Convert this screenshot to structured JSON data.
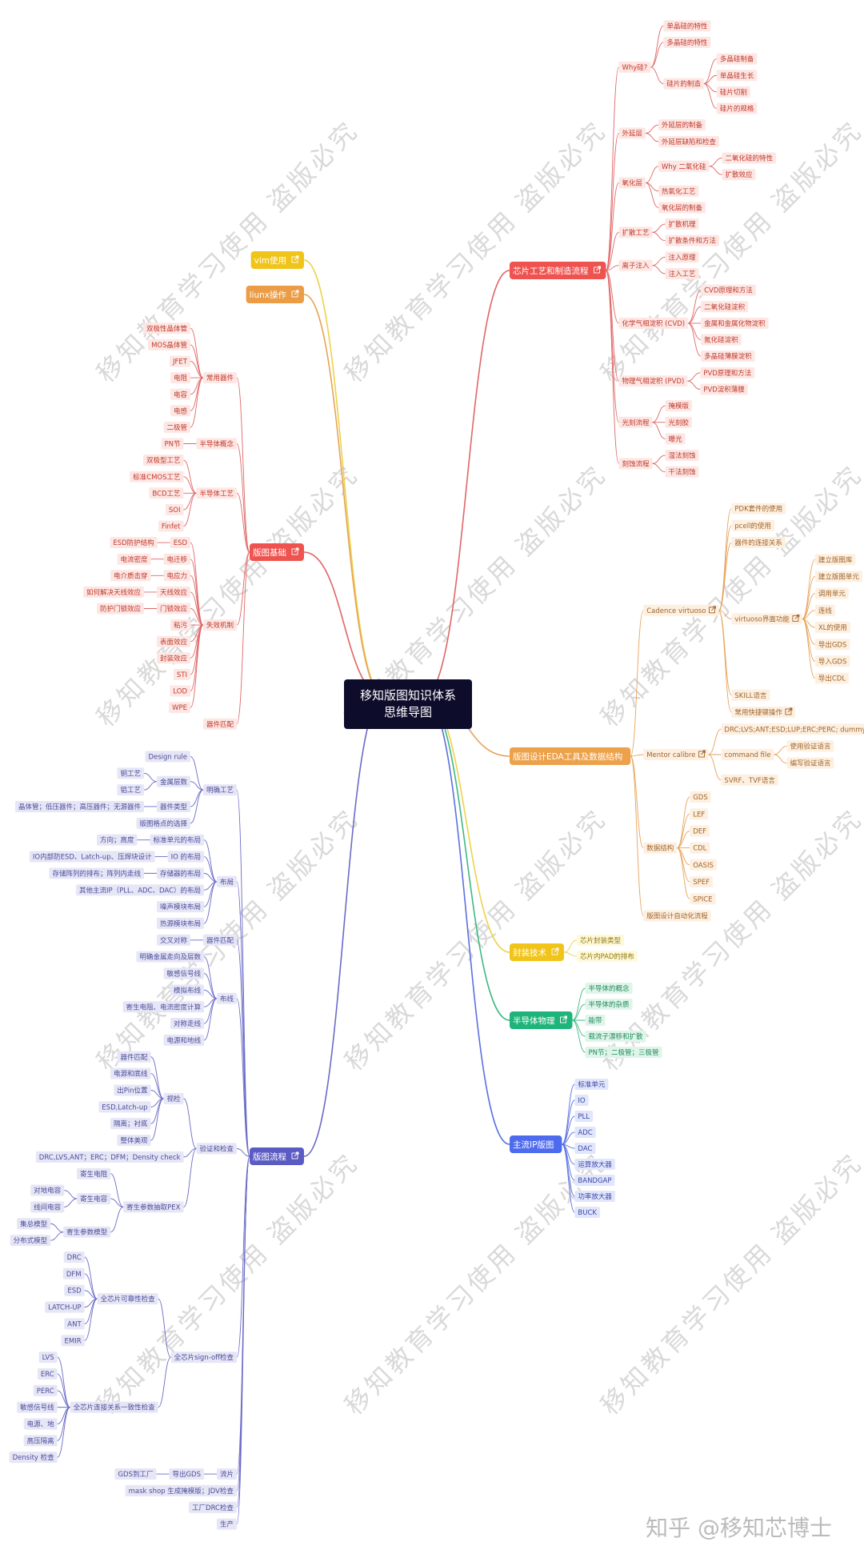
{
  "watermark": "移知教育学习使用 盗版必究",
  "credit": "知乎 @移知芯博士",
  "root": {
    "label": "移知版图知识体系思维导图"
  },
  "palette": {
    "red": {
      "line": "#e06666",
      "fill": "#fde7e4",
      "text": "#c0392b",
      "branch": "#ef5350"
    },
    "orange": {
      "line": "#e7a35a",
      "fill": "#fdf0e1",
      "text": "#a0642a",
      "branch": "#eca14a"
    },
    "yellow": {
      "line": "#ecd24a",
      "fill": "#fff9d9",
      "text": "#8d7a12",
      "branch": "#f0c419"
    },
    "green": {
      "line": "#3db884",
      "fill": "#dff5ea",
      "text": "#1f8a5c",
      "branch": "#1fb47a"
    },
    "blue": {
      "line": "#5b6fe0",
      "fill": "#e2e6fb",
      "text": "#3947a8",
      "branch": "#4f6bed"
    },
    "navy": {
      "line": "#6a6bc7",
      "fill": "#e6e6f6",
      "text": "#4b4c99",
      "branch": "#5b5bc4"
    },
    "vim": {
      "line": "#ecd24a",
      "branch": "#f0c419"
    },
    "linux": {
      "line": "#e6a557",
      "branch": "#eb9c45"
    }
  },
  "right": [
    {
      "label": "芯片工艺和制造流程",
      "link": true,
      "color": "red",
      "children": [
        {
          "label": "Why硅?",
          "children": [
            {
              "label": "单晶硅的特性"
            },
            {
              "label": "多晶硅的特性"
            },
            {
              "label": "硅片的制造",
              "children": [
                {
                  "label": "多晶硅制备"
                },
                {
                  "label": "单晶硅生长"
                },
                {
                  "label": "硅片切割"
                },
                {
                  "label": "硅片的规格"
                }
              ]
            }
          ]
        },
        {
          "label": "外延层",
          "children": [
            {
              "label": "外延层的制备"
            },
            {
              "label": "外延层缺陷和检查"
            }
          ]
        },
        {
          "label": "氧化层",
          "children": [
            {
              "label": "Why 二氧化硅",
              "children": [
                {
                  "label": "二氧化硅的特性"
                },
                {
                  "label": "扩散效应"
                }
              ]
            },
            {
              "label": "热氧化工艺"
            },
            {
              "label": "氧化层的制备"
            }
          ]
        },
        {
          "label": "扩散工艺",
          "children": [
            {
              "label": "扩散机理"
            },
            {
              "label": "扩散条件和方法"
            }
          ]
        },
        {
          "label": "离子注入",
          "children": [
            {
              "label": "注入原理"
            },
            {
              "label": "注入工艺"
            }
          ]
        },
        {
          "label": "化学气相淀积 (CVD)",
          "children": [
            {
              "label": "CVD原理和方法"
            },
            {
              "label": "二氧化硅淀积"
            },
            {
              "label": "金属和金属化物淀积"
            },
            {
              "label": "氮化硅淀积"
            },
            {
              "label": "多晶硅薄膜淀积"
            }
          ]
        },
        {
          "label": "物理气相淀积 (PVD)",
          "children": [
            {
              "label": "PVD原理和方法"
            },
            {
              "label": "PVD淀积薄膜"
            }
          ]
        },
        {
          "label": "光刻流程",
          "children": [
            {
              "label": "掩模版"
            },
            {
              "label": "光刻胶"
            },
            {
              "label": "曝光"
            }
          ]
        },
        {
          "label": "刻蚀流程",
          "children": [
            {
              "label": "湿法刻蚀"
            },
            {
              "label": "干法刻蚀"
            }
          ]
        }
      ]
    },
    {
      "label": "版图设计EDA工具及数据结构",
      "link": false,
      "color": "orange",
      "children": [
        {
          "label": "Cadence virtuoso",
          "link": true,
          "children": [
            {
              "label": "PDK套件的使用"
            },
            {
              "label": "pcell的使用"
            },
            {
              "label": "器件的连接关系"
            },
            {
              "label": "virtuoso界面功能",
              "link": true,
              "children": [
                {
                  "label": "建立版图库"
                },
                {
                  "label": "建立版图单元"
                },
                {
                  "label": "调用单元"
                },
                {
                  "label": "连线"
                },
                {
                  "label": "XL的使用"
                },
                {
                  "label": "导出GDS"
                },
                {
                  "label": "导入GDS"
                },
                {
                  "label": "导出CDL"
                }
              ]
            },
            {
              "label": "SKILL语言"
            },
            {
              "label": "常用快捷键操作",
              "link": true
            }
          ]
        },
        {
          "label": "Mentor calibre",
          "link": true,
          "children": [
            {
              "label": "DRC;LVS;ANT;ESD;LUP;ERC;PERC;  dummy insertion;  PEX"
            },
            {
              "label": "command file",
              "children": [
                {
                  "label": "使用验证语言"
                },
                {
                  "label": "编写验证语言"
                }
              ]
            },
            {
              "label": "SVRF、TVF语言"
            }
          ]
        },
        {
          "label": "数据结构",
          "children": [
            {
              "label": "GDS"
            },
            {
              "label": "LEF"
            },
            {
              "label": "DEF"
            },
            {
              "label": "CDL"
            },
            {
              "label": "OASIS"
            },
            {
              "label": "SPEF"
            },
            {
              "label": "SPICE"
            }
          ]
        },
        {
          "label": "版图设计自动化流程"
        }
      ]
    },
    {
      "label": "封装技术",
      "link": true,
      "color": "yellow",
      "children": [
        {
          "label": "芯片封装类型"
        },
        {
          "label": "芯片内PAD的排布"
        }
      ]
    },
    {
      "label": "半导体物理",
      "link": true,
      "color": "green",
      "children": [
        {
          "label": "半导体的概念"
        },
        {
          "label": "半导体的杂质"
        },
        {
          "label": "能带"
        },
        {
          "label": "载流子漂移和扩散"
        },
        {
          "label": "PN节；二极管；三极管"
        }
      ]
    },
    {
      "label": "主流IP版图",
      "link": false,
      "color": "blue",
      "children": [
        {
          "label": "标准单元"
        },
        {
          "label": "IO"
        },
        {
          "label": "PLL"
        },
        {
          "label": "ADC"
        },
        {
          "label": "DAC"
        },
        {
          "label": "运算放大器"
        },
        {
          "label": "BANDGAP"
        },
        {
          "label": "功率放大器"
        },
        {
          "label": "BUCK"
        }
      ]
    }
  ],
  "left": [
    {
      "label": "vim使用",
      "link": true,
      "color": "vim"
    },
    {
      "label": "liunx操作",
      "link": true,
      "color": "linux"
    },
    {
      "label": "版图基础",
      "link": true,
      "color": "red",
      "children": [
        {
          "label": "常用器件",
          "children": [
            {
              "label": "双极性晶体管"
            },
            {
              "label": "MOS晶体管"
            },
            {
              "label": "JFET"
            },
            {
              "label": "电阻"
            },
            {
              "label": "电容"
            },
            {
              "label": "电感"
            },
            {
              "label": "二极管"
            }
          ]
        },
        {
          "label": "半导体概念",
          "children": [
            {
              "label": "PN节"
            }
          ]
        },
        {
          "label": "半导体工艺",
          "children": [
            {
              "label": "双极型工艺"
            },
            {
              "label": "标准CMOS工艺"
            },
            {
              "label": "BCD工艺"
            },
            {
              "label": "SOI"
            },
            {
              "label": "Finfet"
            }
          ]
        },
        {
          "label": "失效机制",
          "children": [
            {
              "label": "ESD",
              "children": [
                {
                  "label": "ESD防护结构"
                }
              ]
            },
            {
              "label": "电迁移",
              "children": [
                {
                  "label": "电流密度"
                }
              ]
            },
            {
              "label": "电应力",
              "children": [
                {
                  "label": "电介质击穿"
                }
              ]
            },
            {
              "label": "天线效应",
              "children": [
                {
                  "label": "如何解决天线效应"
                }
              ]
            },
            {
              "label": "门锁效应",
              "children": [
                {
                  "label": "防护门锁效应"
                }
              ]
            },
            {
              "label": "粘污"
            },
            {
              "label": "表面效应"
            },
            {
              "label": "封装效应"
            },
            {
              "label": "STI"
            },
            {
              "label": "LOD"
            },
            {
              "label": "WPE"
            }
          ]
        },
        {
          "label": "器件匹配"
        }
      ]
    },
    {
      "label": "版图流程",
      "link": true,
      "color": "navy",
      "children": [
        {
          "label": "明确工艺",
          "children": [
            {
              "label": "Design rule"
            },
            {
              "label": "金属层数",
              "children": [
                {
                  "label": "铜工艺"
                },
                {
                  "label": "铝工艺"
                }
              ]
            },
            {
              "label": "器件类型",
              "children": [
                {
                  "label": "晶体管；低压器件；高压器件；无源器件"
                }
              ]
            },
            {
              "label": "版图格点的选择"
            }
          ]
        },
        {
          "label": "布局",
          "children": [
            {
              "label": "标准单元的布局",
              "children": [
                {
                  "label": "方向；高度"
                }
              ]
            },
            {
              "label": "IO 的布局",
              "children": [
                {
                  "label": "IO内部防ESD、Latch-up、压焊块设计"
                }
              ]
            },
            {
              "label": "存储器的布局",
              "children": [
                {
                  "label": "存储阵列的排布；阵列内走线"
                }
              ]
            },
            {
              "label": "其他主流IP（PLL、ADC、DAC）的布局"
            },
            {
              "label": "噪声模块布局"
            },
            {
              "label": "热源模块布局"
            }
          ]
        },
        {
          "label": "器件匹配",
          "children": [
            {
              "label": "交叉对称"
            }
          ]
        },
        {
          "label": "布线",
          "children": [
            {
              "label": "明确金属走向及层数"
            },
            {
              "label": "敏感信号线"
            },
            {
              "label": "模拟布线"
            },
            {
              "label": "寄生电阻、电流密度计算"
            },
            {
              "label": "对称走线"
            },
            {
              "label": "电源和地线"
            }
          ]
        },
        {
          "label": "验证和检查",
          "children": [
            {
              "label": "视检",
              "children": [
                {
                  "label": "器件匹配"
                },
                {
                  "label": "电源和底线"
                },
                {
                  "label": "出Pin位置"
                },
                {
                  "label": "ESD,Latch-up"
                },
                {
                  "label": "隔离；衬底"
                },
                {
                  "label": "整体美观"
                }
              ]
            },
            {
              "label": "DRC,LVS,ANT；ERC；DFM；Density check"
            },
            {
              "label": "寄生参数抽取PEX",
              "children": [
                {
                  "label": "寄生电阻"
                },
                {
                  "label": "寄生电容",
                  "children": [
                    {
                      "label": "对地电容"
                    },
                    {
                      "label": "线间电容"
                    }
                  ]
                },
                {
                  "label": "寄生参数模型",
                  "children": [
                    {
                      "label": "集总模型"
                    },
                    {
                      "label": "分布式模型"
                    }
                  ]
                }
              ]
            }
          ]
        },
        {
          "label": "全芯片sign-off检查",
          "children": [
            {
              "label": "全芯片可靠性检查",
              "children": [
                {
                  "label": "DRC"
                },
                {
                  "label": "DFM"
                },
                {
                  "label": "ESD"
                },
                {
                  "label": "LATCH-UP"
                },
                {
                  "label": "ANT"
                },
                {
                  "label": "EMIR"
                }
              ]
            },
            {
              "label": "全芯片连接关系一致性检查",
              "children": [
                {
                  "label": "LVS"
                },
                {
                  "label": "ERC"
                },
                {
                  "label": "PERC"
                },
                {
                  "label": "敏感信号线"
                },
                {
                  "label": "电源、地"
                },
                {
                  "label": "高压隔离"
                },
                {
                  "label": "Density 检查"
                }
              ]
            }
          ]
        },
        {
          "label": "流片",
          "children": [
            {
              "label": "导出GDS",
              "children": [
                {
                  "label": "GDS到工厂"
                }
              ]
            }
          ]
        },
        {
          "label": "mask shop 生成掩模版；JDV检查"
        },
        {
          "label": "工厂DRC检查"
        },
        {
          "label": "生产"
        }
      ]
    }
  ]
}
